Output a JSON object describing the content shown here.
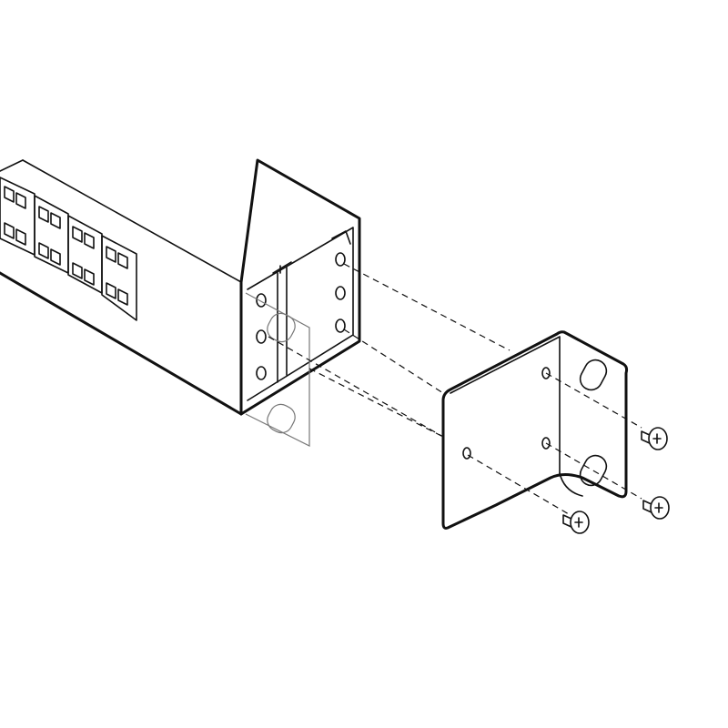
{
  "diagram": {
    "colors": {
      "line": "#111111",
      "background": "#ffffff",
      "ghost": "#777777"
    },
    "parts": [
      "switch-chassis",
      "mounted-bracket-outline",
      "rack-bracket",
      "screw",
      "screw",
      "screw"
    ],
    "port_blocks": 4,
    "screws": 3
  }
}
